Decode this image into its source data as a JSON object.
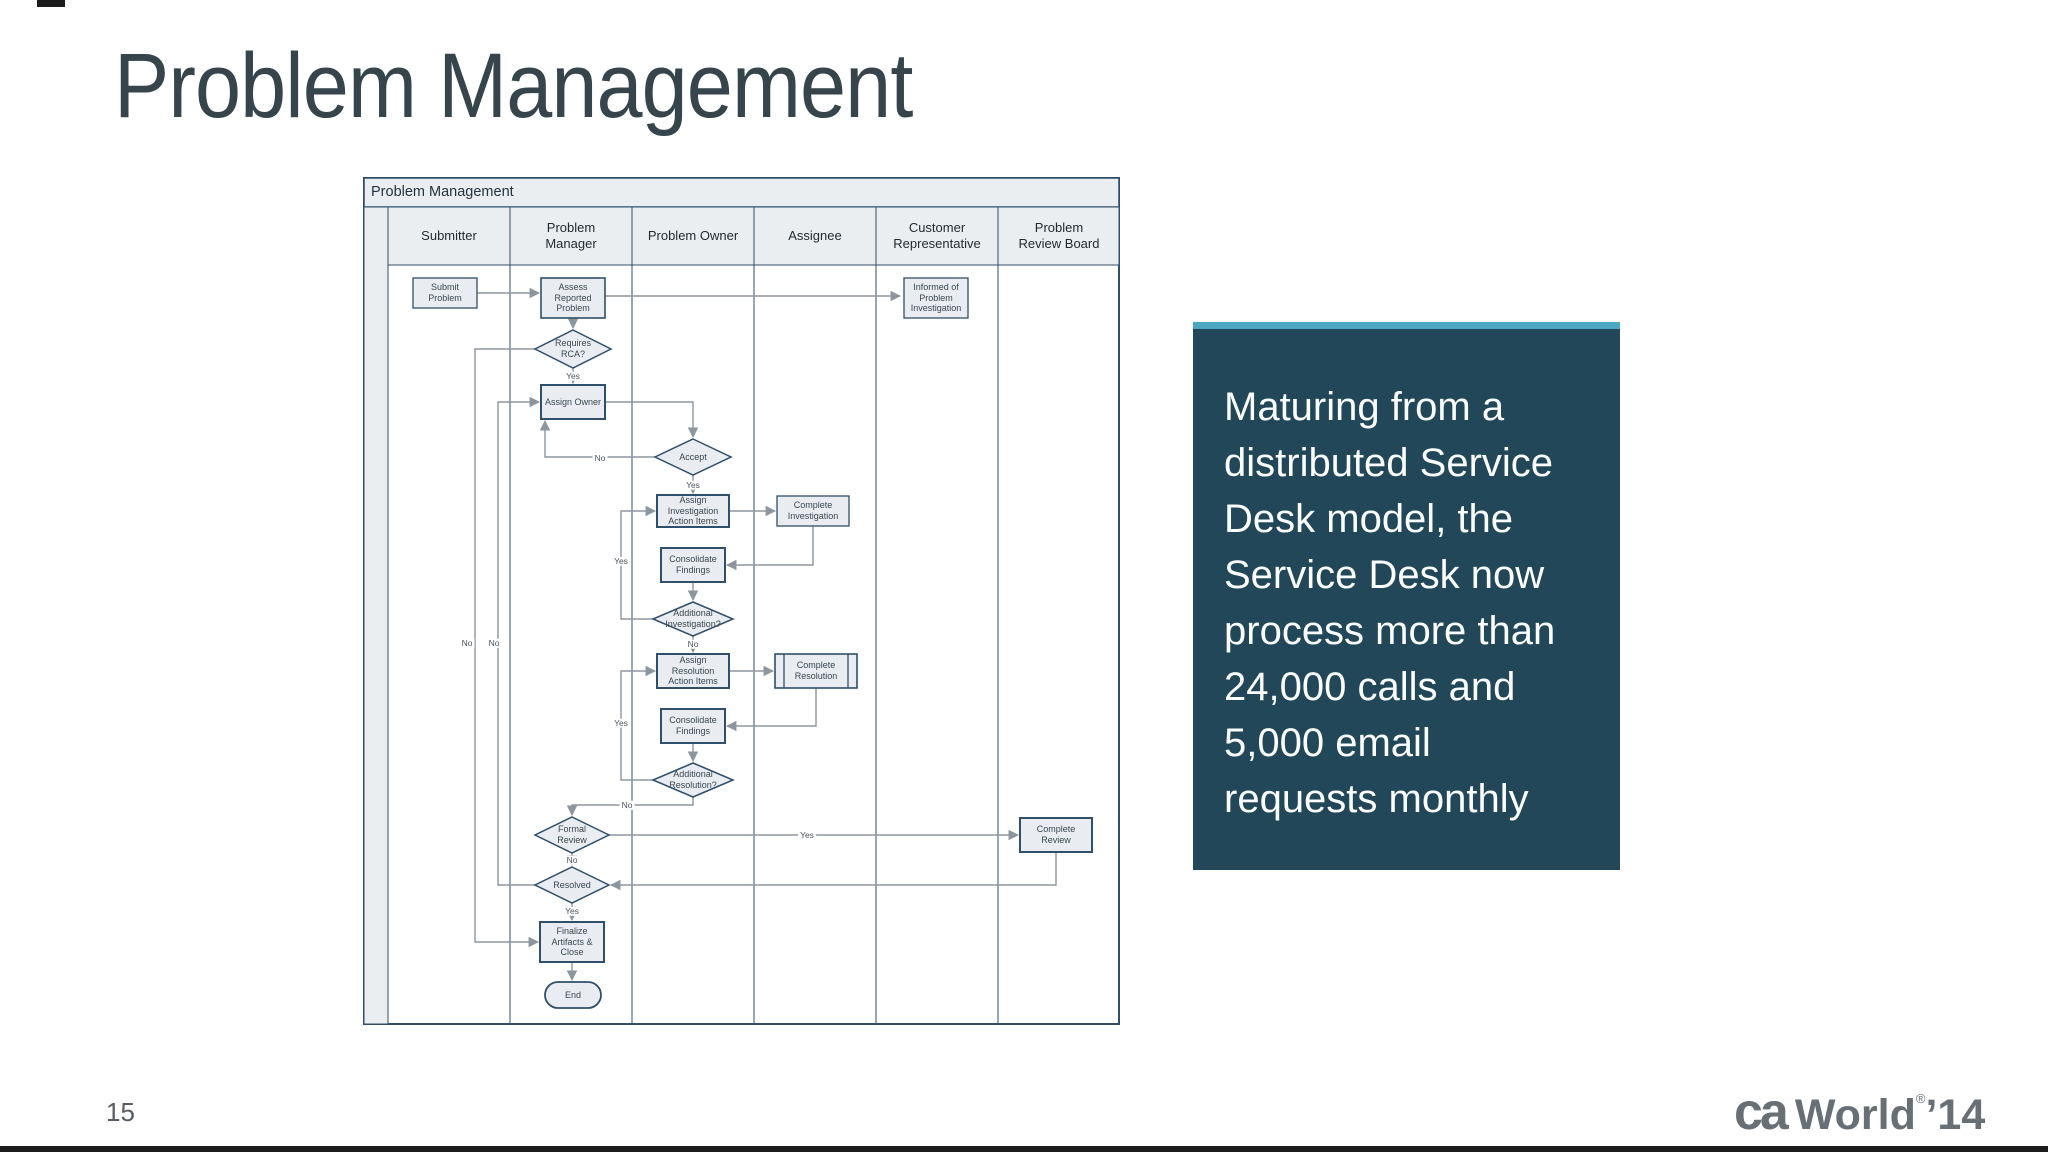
{
  "slide": {
    "title": "Problem Management",
    "page_number": "15",
    "logo": {
      "ca": "ca",
      "world": "World",
      "reg": "®",
      "year": "’14"
    }
  },
  "callout": {
    "text": "Maturing from a\ndistributed Service\nDesk model, the\nService Desk now\nprocess more than\n24,000 calls and\n5,000 email\nrequests monthly",
    "accent_color": "#4ba7c2",
    "background_color": "#214758"
  },
  "diagram": {
    "title": "Problem Management",
    "lanes": [
      "Submitter",
      "Problem\nManager",
      "Problem Owner",
      "Assignee",
      "Customer\nRepresentative",
      "Problem\nReview Board"
    ],
    "nodes": {
      "submit_problem": "Submit Problem",
      "assess_reported": "Assess\nReported\nProblem",
      "informed_of": "Informed of\nProblem\nInvestigation",
      "requires_rca": "Requires\nRCA?",
      "assign_owner": "Assign Owner",
      "accept": "Accept",
      "assign_investigation": "Assign\nInvestigation\nAction Items",
      "complete_investigation": "Complete\nInvestigation",
      "consolidate_findings_1": "Consolidate\nFindings",
      "additional_investigation": "Additional\nInvestigation?",
      "assign_resolution": "Assign\nResolution\nAction Items",
      "complete_resolution": "Complete\nResolution",
      "consolidate_findings_2": "Consolidate\nFindings",
      "additional_resolution": "Additional\nResolution?",
      "formal_review": "Formal\nReview",
      "complete_review": "Complete\nReview",
      "resolved": "Resolved",
      "finalize_artifacts": "Finalize\nArtifacts &\nClose",
      "end": "End"
    },
    "edge_labels": {
      "rca_yes": "Yes",
      "accept_no": "No",
      "accept_yes": "Yes",
      "add_inv_yes": "Yes",
      "add_inv_no": "No",
      "add_res_yes": "Yes",
      "add_res_no": "No",
      "formal_yes": "Yes",
      "formal_no": "No",
      "resolved_yes": "Yes",
      "rca_no_long": "No",
      "resolved_no_long": "No"
    }
  }
}
